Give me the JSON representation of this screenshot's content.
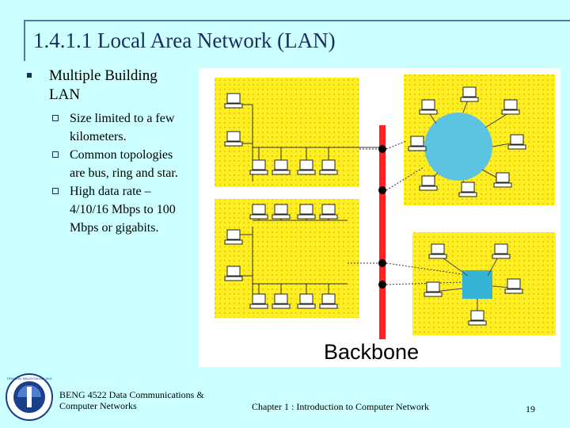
{
  "slide": {
    "title": "1.4.1.1 Local Area Network (LAN)",
    "main_bullet": "Multiple Building LAN",
    "sub_bullets": [
      "Size limited to a few kilometers.",
      "Common topologies are bus, ring and star.",
      "High data rate – 4/10/16 Mbps to 100 Mbps or gigabits."
    ],
    "footer_left": "BENG 4522 Data Communications & Computer Networks",
    "footer_center": "Chapter 1 : Introduction to Computer Network",
    "page_number": "19",
    "logo_text": "TEKNIKAL MALAYSIA MELAKA"
  },
  "diagram": {
    "backbone_label": "Backbone",
    "colors": {
      "building": "#ffee22",
      "backbone": "#ff2222",
      "ring": "#5cc4e0",
      "hub": "#35b4d8",
      "junction": "#000000"
    }
  }
}
